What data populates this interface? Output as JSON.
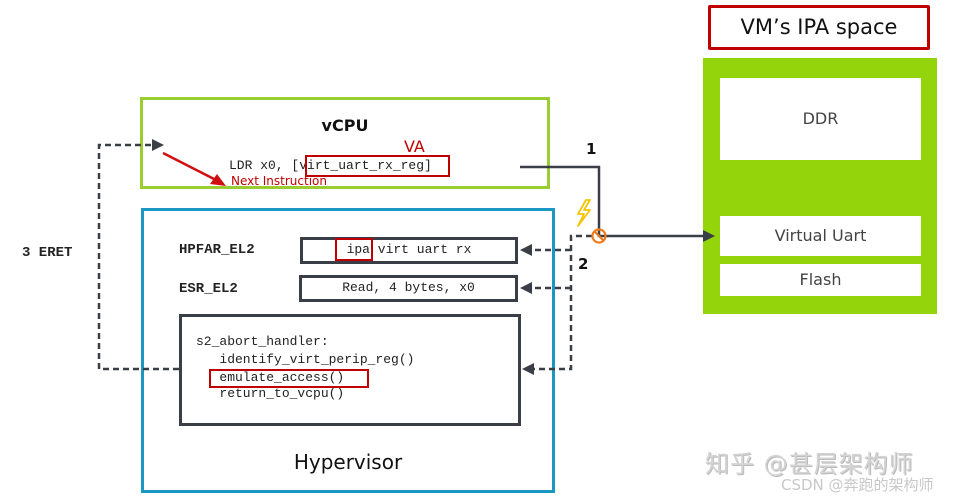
{
  "vcpu": {
    "title": "vCPU",
    "instruction": "LDR x0, [virt_uart_rx_reg]",
    "va_label": "VA",
    "next_instruction": "Next Instruction"
  },
  "hypervisor": {
    "title": "Hypervisor",
    "registers": [
      {
        "name": "HPFAR_EL2",
        "value": "ipa virt uart rx",
        "highlight": "ipa"
      },
      {
        "name": "ESR_EL2",
        "value": "Read, 4 bytes, x0"
      }
    ],
    "handler": {
      "lines": [
        "s2_abort_handler:",
        "   identify_virt_perip_reg()",
        "   emulate_access()",
        "   return_to_vcpu()"
      ],
      "highlighted_line": "emulate_access()"
    }
  },
  "ipa_space": {
    "title": "VM’s IPA space",
    "regions": [
      "DDR",
      "Virtual Uart",
      "Flash"
    ]
  },
  "steps": {
    "step1": "1",
    "step2": "2",
    "step3": "3 ERET"
  },
  "icons": {
    "fault": "lightning-icon",
    "abort": "no-entry-icon"
  },
  "colors": {
    "vcpu_border": "#9acd32",
    "hypervisor_border": "#1b97c3",
    "ipa_space_fill": "#93d50a",
    "highlight": "#c00000",
    "arrow": "#3a3f47",
    "fault": "#f5c400",
    "abort": "#f07b1a"
  },
  "watermark": {
    "line1": "知乎 @甚层架构师",
    "line2": "CSDN @奔跑的架构师"
  }
}
